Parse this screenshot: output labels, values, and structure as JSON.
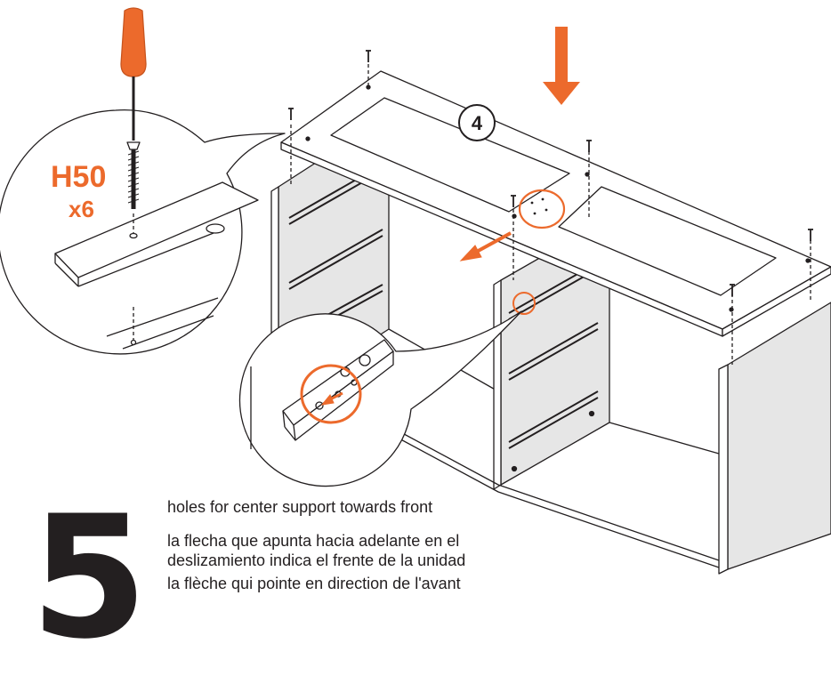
{
  "step": {
    "number": "5",
    "marker": "4"
  },
  "part": {
    "code": "H50",
    "quantity": "x6"
  },
  "notes": {
    "english": "holes for center support towards front",
    "spanish_line1": "la flecha que apunta hacia adelante en el",
    "spanish_line2": "deslizamiento indica el frente de la unidad",
    "french_partial": "la flèche qui pointe en direction de l'avant"
  },
  "colors": {
    "accent": "#ec6a2c",
    "ink": "#231f20",
    "panel": "#e6e6e6"
  },
  "icons": [
    "screwdriver-icon",
    "screw-icon",
    "down-arrow-icon",
    "front-arrow-icon"
  ]
}
